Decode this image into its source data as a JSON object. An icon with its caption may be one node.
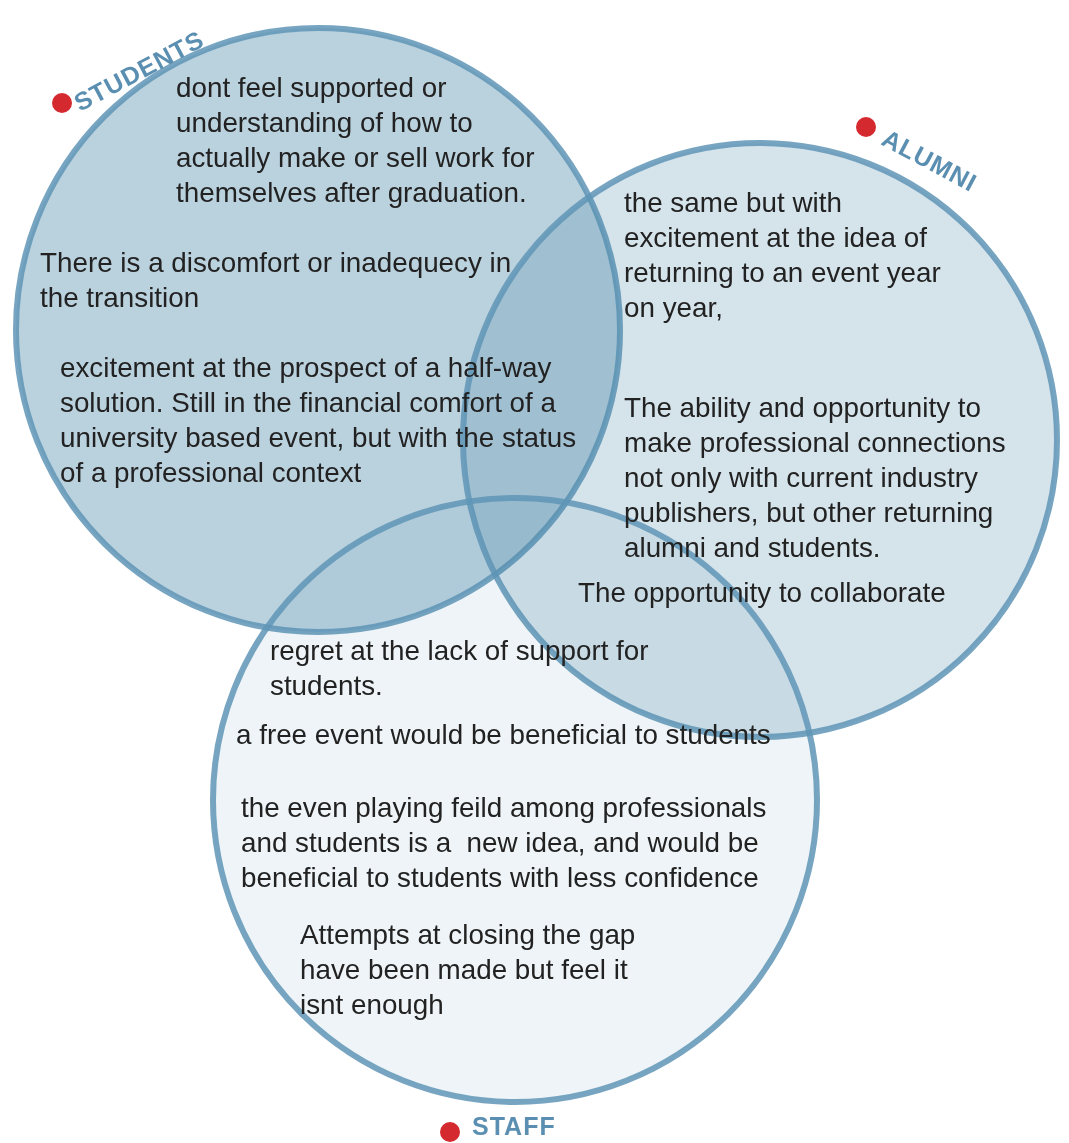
{
  "diagram": {
    "nodes": [
      {
        "text": [
          "STUDENTS",
          "dont feel supported or understanding of how to actually make or sell work for themselves after graduation.",
          "There is a discomfort or inadequecy in the transition",
          "excitement at the prospect of a half-way solution. Still in the financial comfort of a university based event, but with the status of a professional context"
        ]
      },
      {
        "text": [
          "ALUMNI",
          "the same but with excitement at the idea of returning to an event year on year,",
          "The ability and opportunity to make professional connections not only with current industry publishers, but other returning alumni and students.",
          "The opportunity to collaborate"
        ]
      },
      {
        "text": [
          "STAFF",
          "regret at the lack of support for students.",
          "a free event would be beneficial to students",
          "the even playing feild among professionals and students is a  new idea, and would be beneficial to students with less confidence",
          "Attempts at closing the gap have been made but feel it isnt enough"
        ]
      }
    ]
  }
}
